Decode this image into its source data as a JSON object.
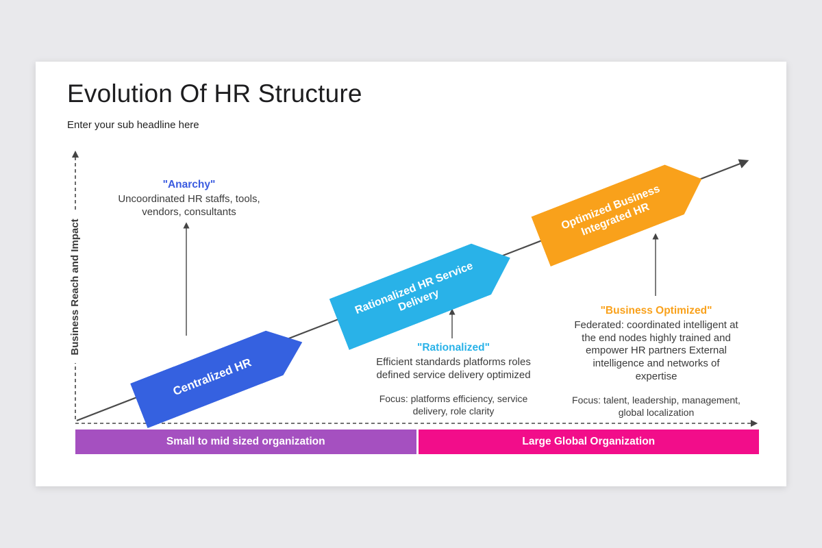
{
  "slide": {
    "title": "Evolution Of HR Structure",
    "subtitle": "Enter your sub headline here"
  },
  "y_axis": {
    "label": "Business Reach and Impact"
  },
  "banners": [
    {
      "label": "Centralized HR",
      "color": "#3561e0"
    },
    {
      "label": "Rationalized HR Service Delivery",
      "color": "#29b2e8"
    },
    {
      "label": "Optimized Business Integrated HR",
      "color": "#f9a11b"
    }
  ],
  "annotations": [
    {
      "heading": "\"Anarchy\"",
      "color": "#3a5be0",
      "body": "Uncoordinated HR staffs, tools, vendors, consultants"
    },
    {
      "heading": "\"Rationalized\"",
      "color": "#29b2e8",
      "body": "Efficient standards platforms roles defined service delivery optimized",
      "focus": "Focus: platforms efficiency, service delivery, role clarity"
    },
    {
      "heading": "\"Business Optimized\"",
      "color": "#f9a11b",
      "body": "Federated: coordinated intelligent at the end nodes highly trained and empower HR partners External intelligence and networks of expertise",
      "focus": "Focus: talent, leadership, management, global localization"
    }
  ],
  "bottom_bars": [
    {
      "label": "Small to mid sized organization",
      "color": "#a550c0"
    },
    {
      "label": "Large Global Organization",
      "color": "#f20d8a"
    }
  ]
}
